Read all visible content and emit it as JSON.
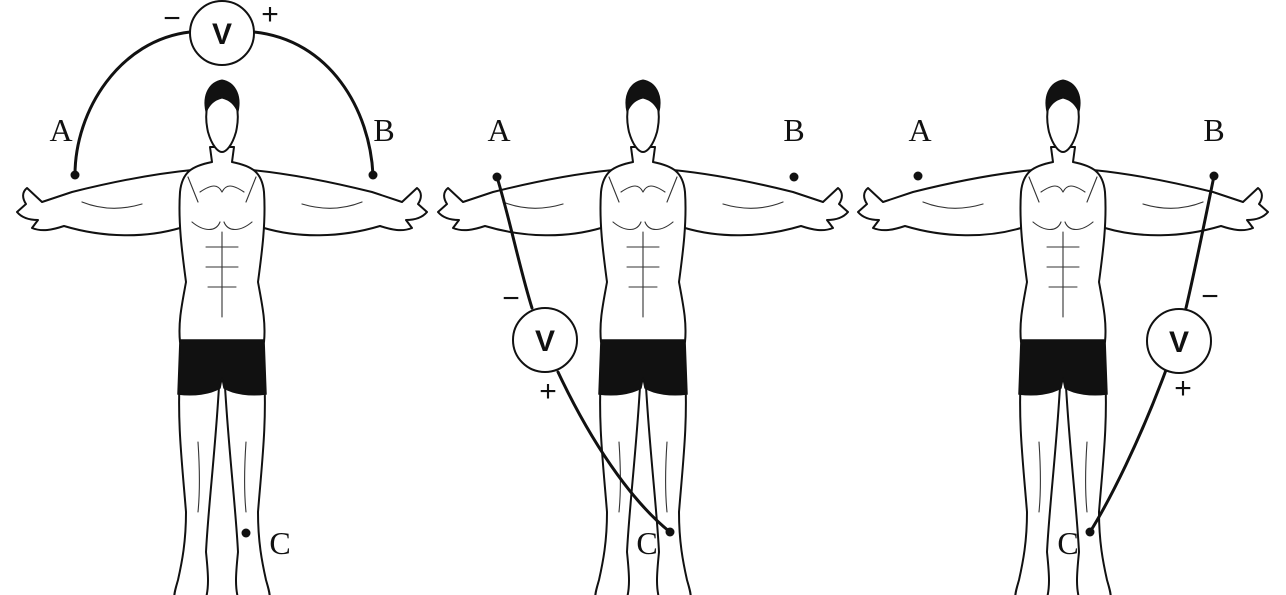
{
  "labels": {
    "a": "A",
    "b": "B",
    "c": "C"
  },
  "meter": {
    "symbol": "V",
    "negative": "−",
    "positive": "+"
  }
}
